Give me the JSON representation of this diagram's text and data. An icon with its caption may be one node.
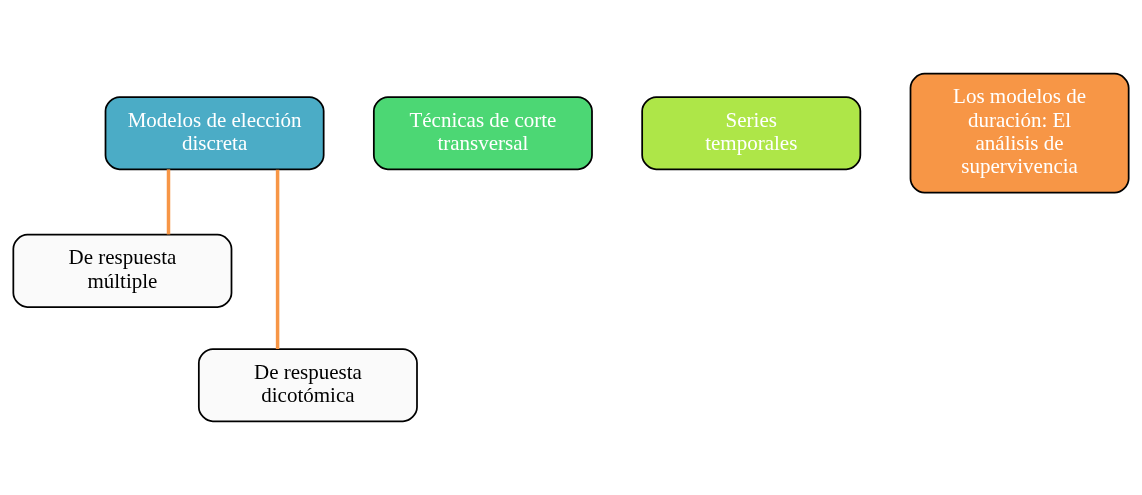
{
  "diagram": {
    "nodes": [
      {
        "text": [
          "Modelos de elección discreta"
        ]
      },
      {
        "text": [
          "Técnicas de corte transversal"
        ]
      },
      {
        "text": [
          "Series temporales"
        ]
      },
      {
        "text": [
          "Los modelos de duración: El análisis de supervivencia"
        ]
      },
      {
        "text": [
          "De respuesta múltiple"
        ]
      },
      {
        "text": [
          "De respuesta dicotómica"
        ]
      }
    ],
    "edges": [
      {
        "from": 0,
        "to": 4,
        "arrow": "none"
      },
      {
        "from": 0,
        "to": 5,
        "arrow": "none"
      }
    ]
  }
}
